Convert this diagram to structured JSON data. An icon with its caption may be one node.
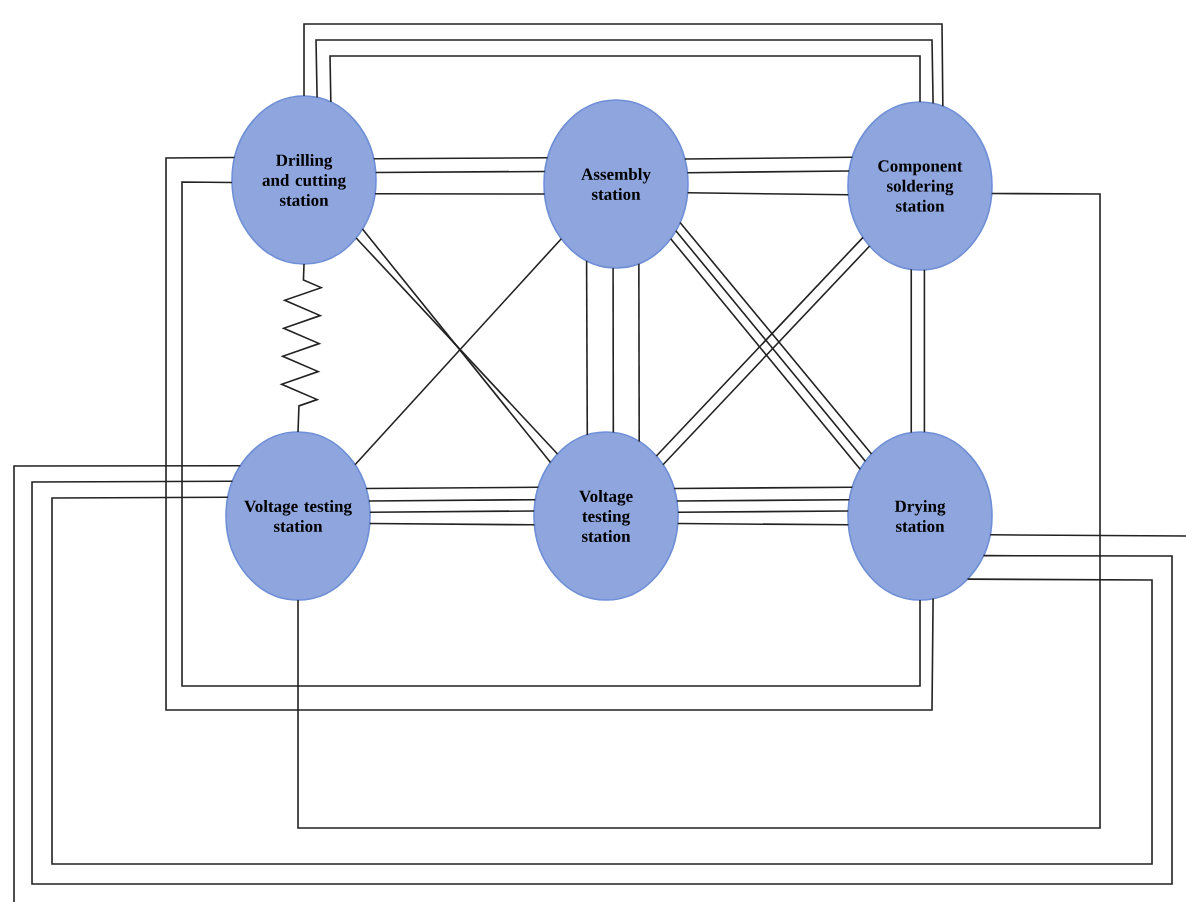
{
  "diagram": {
    "nodes": [
      {
        "text": [
          "Drilling and cutting station"
        ]
      },
      {
        "text": [
          "Assembly station"
        ]
      },
      {
        "text": [
          "Component soldering station"
        ]
      },
      {
        "text": [
          "Voltage testing station"
        ]
      },
      {
        "text": [
          "Voltage testing station"
        ]
      },
      {
        "text": [
          "Drying station"
        ]
      }
    ],
    "edges": [
      {
        "from": 0,
        "to": 2,
        "arrow": "none"
      },
      {
        "from": 0,
        "to": 2,
        "arrow": "none"
      },
      {
        "from": 0,
        "to": 2,
        "arrow": "none"
      },
      {
        "from": 0,
        "to": 1,
        "arrow": "none"
      },
      {
        "from": 0,
        "to": 1,
        "arrow": "none"
      },
      {
        "from": 0,
        "to": 1,
        "arrow": "none"
      },
      {
        "from": 1,
        "to": 2,
        "arrow": "none"
      },
      {
        "from": 1,
        "to": 2,
        "arrow": "none"
      },
      {
        "from": 1,
        "to": 2,
        "arrow": "none"
      },
      {
        "from": 0,
        "to": 3,
        "arrow": "none"
      },
      {
        "from": 0,
        "to": 4,
        "arrow": "none"
      },
      {
        "from": 0,
        "to": 4,
        "arrow": "none"
      },
      {
        "from": 1,
        "to": 3,
        "arrow": "none"
      },
      {
        "from": 1,
        "to": 4,
        "arrow": "none"
      },
      {
        "from": 1,
        "to": 4,
        "arrow": "none"
      },
      {
        "from": 1,
        "to": 4,
        "arrow": "none"
      },
      {
        "from": 1,
        "to": 5,
        "arrow": "none"
      },
      {
        "from": 1,
        "to": 5,
        "arrow": "none"
      },
      {
        "from": 1,
        "to": 5,
        "arrow": "none"
      },
      {
        "from": 2,
        "to": 4,
        "arrow": "none"
      },
      {
        "from": 2,
        "to": 4,
        "arrow": "none"
      },
      {
        "from": 2,
        "to": 5,
        "arrow": "none"
      },
      {
        "from": 2,
        "to": 5,
        "arrow": "none"
      },
      {
        "from": 3,
        "to": 4,
        "arrow": "none"
      },
      {
        "from": 3,
        "to": 4,
        "arrow": "none"
      },
      {
        "from": 3,
        "to": 4,
        "arrow": "none"
      },
      {
        "from": 3,
        "to": 4,
        "arrow": "none"
      },
      {
        "from": 4,
        "to": 5,
        "arrow": "none"
      },
      {
        "from": 4,
        "to": 5,
        "arrow": "none"
      },
      {
        "from": 4,
        "to": 5,
        "arrow": "none"
      },
      {
        "from": 4,
        "to": 5,
        "arrow": "none"
      },
      {
        "from": 0,
        "to": 5,
        "arrow": "none"
      },
      {
        "from": 0,
        "to": 5,
        "arrow": "none"
      },
      {
        "from": 2,
        "to": 3,
        "arrow": "none"
      },
      {
        "from": 3,
        "to": 5,
        "arrow": "none"
      },
      {
        "from": 3,
        "to": 5,
        "arrow": "none"
      },
      {
        "from": 3,
        "to": null,
        "arrow": "none"
      },
      {
        "from": 5,
        "to": null,
        "arrow": "none"
      }
    ]
  }
}
